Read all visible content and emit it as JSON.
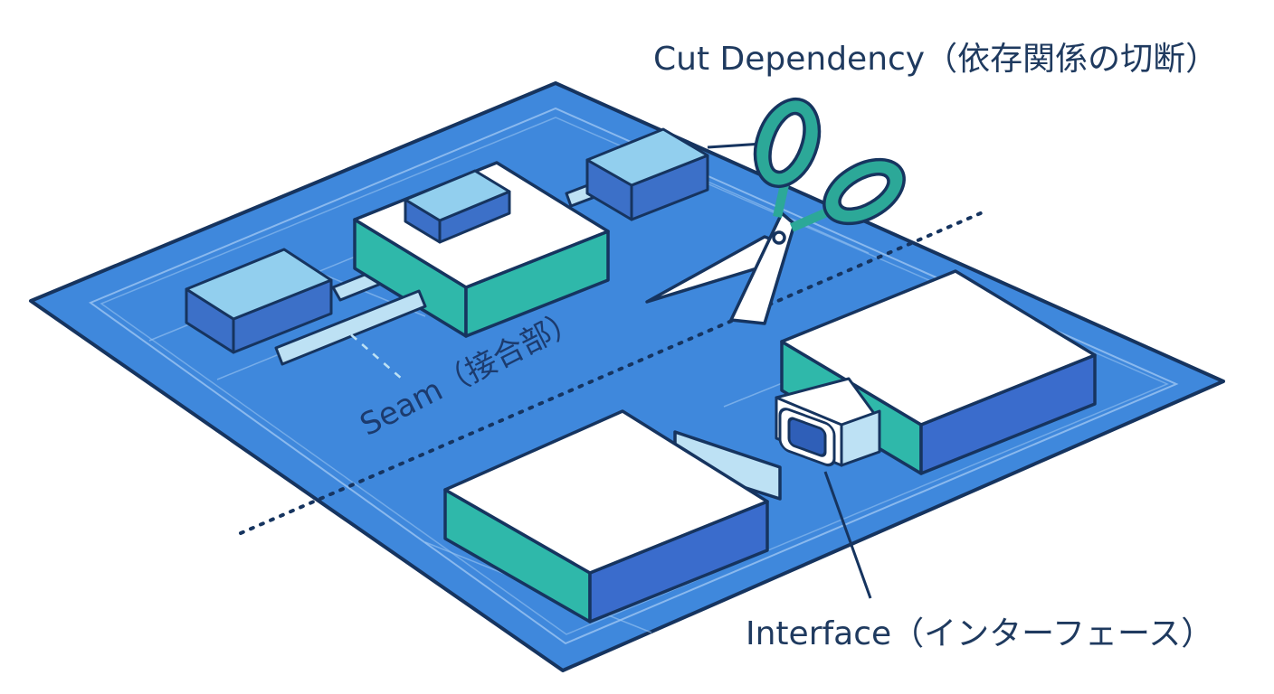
{
  "labels": {
    "cut_dependency": "Cut Dependency（依存関係の切断）",
    "seam": "Seam（接合部）",
    "interface": "Interface（インターフェース）"
  },
  "icons": [
    "scissors-icon"
  ],
  "colors": {
    "board": "#3f88dc",
    "board_outline": "#16345f",
    "board_lines": "#9dc6f2",
    "module_top": "#ffffff",
    "module_side_teal": "#2fb8aa",
    "module_side_blue": "#3a6ccc",
    "block_top": "#92cfee",
    "block_side": "#3c70c8",
    "connector": "#bde1f4",
    "scissors_handle": "#2ca898",
    "label_text": "#1f3a5f"
  }
}
